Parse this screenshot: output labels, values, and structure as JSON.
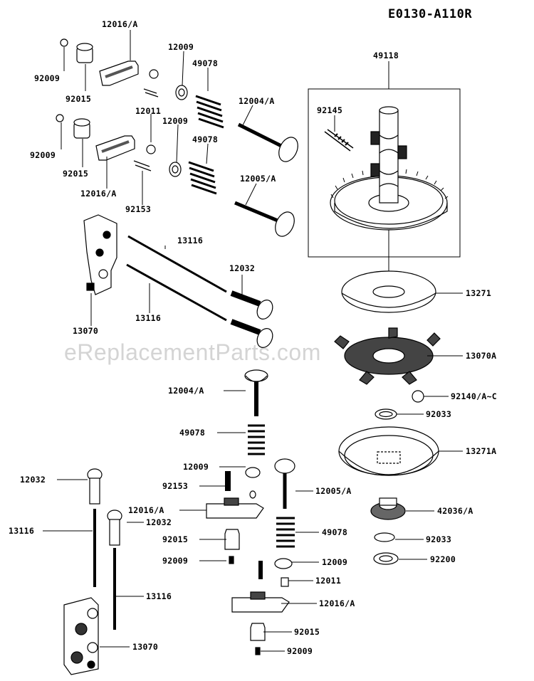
{
  "diagram_code": "E0130-A110R",
  "watermark": "eReplacementParts.com",
  "labels": {
    "l01": "12016/A",
    "l02": "92009",
    "l03": "92015",
    "l04": "12009",
    "l05": "49078",
    "l06": "12011",
    "l07": "12009",
    "l08": "12004/A",
    "l09": "49078",
    "l10": "92009",
    "l11": "92015",
    "l12": "12016/A",
    "l13": "92153",
    "l14": "12005/A",
    "l15": "49118",
    "l16": "92145",
    "l17": "13116",
    "l18": "12032",
    "l19": "13116",
    "l20": "13070",
    "l21": "13271",
    "l22": "13070A",
    "l23": "92140/A~C",
    "l24": "92033",
    "l25": "12004/A",
    "l26": "49078",
    "l27": "13271A",
    "l28": "12009",
    "l29": "92153",
    "l30": "12005/A",
    "l31": "12032",
    "l32": "12016/A",
    "l33": "12032",
    "l34": "42036/A",
    "l35": "13116",
    "l36": "92015",
    "l37": "49078",
    "l38": "92033",
    "l39": "92009",
    "l40": "12009",
    "l41": "92200",
    "l42": "12011",
    "l43": "13116",
    "l44": "12016/A",
    "l45": "92015",
    "l46": "13070",
    "l47": "92009"
  }
}
